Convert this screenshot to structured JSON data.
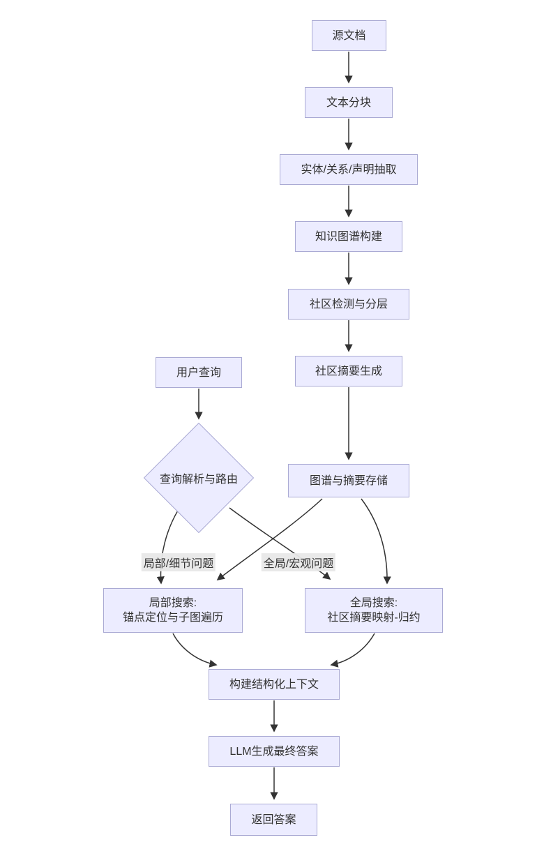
{
  "diagram": {
    "type": "flowchart",
    "direction": "top-down",
    "colors": {
      "node_fill": "#ECECFF",
      "node_border": "#AAAAD4",
      "edge_line": "#333333",
      "text": "#333333",
      "edge_label_bg": "#E8E8E8",
      "background": "#FFFFFF"
    }
  },
  "nodes": {
    "source_doc": {
      "label": "源文档"
    },
    "text_chunking": {
      "label": "文本分块"
    },
    "extraction": {
      "label": "实体/关系/声明抽取"
    },
    "kg_build": {
      "label": "知识图谱构建"
    },
    "community_detection": {
      "label": "社区检测与分层"
    },
    "community_summary": {
      "label": "社区摘要生成"
    },
    "user_query": {
      "label": "用户查询"
    },
    "query_routing": {
      "label": "查询解析与路由"
    },
    "storage": {
      "label": "图谱与摘要存储"
    },
    "local_search": {
      "title": "局部搜索:",
      "subtitle": "锚点定位与子图遍历"
    },
    "global_search": {
      "title": "全局搜索:",
      "subtitle": "社区摘要映射-归约"
    },
    "build_context": {
      "label": "构建结构化上下文"
    },
    "llm_answer": {
      "label": "LLM生成最终答案"
    },
    "return_answer": {
      "label": "返回答案"
    }
  },
  "edge_labels": {
    "local_questions": "局部/细节问题",
    "global_questions": "全局/宏观问题"
  },
  "edges": [
    {
      "from": "源文档",
      "to": "文本分块"
    },
    {
      "from": "文本分块",
      "to": "实体/关系/声明抽取"
    },
    {
      "from": "实体/关系/声明抽取",
      "to": "知识图谱构建"
    },
    {
      "from": "知识图谱构建",
      "to": "社区检测与分层"
    },
    {
      "from": "社区检测与分层",
      "to": "社区摘要生成"
    },
    {
      "from": "社区摘要生成",
      "to": "图谱与摘要存储"
    },
    {
      "from": "用户查询",
      "to": "查询解析与路由"
    },
    {
      "from": "查询解析与路由",
      "to": "局部搜索: 锚点定位与子图遍历",
      "label": "局部/细节问题"
    },
    {
      "from": "查询解析与路由",
      "to": "全局搜索: 社区摘要映射-归约",
      "label": "全局/宏观问题"
    },
    {
      "from": "图谱与摘要存储",
      "to": "局部搜索: 锚点定位与子图遍历"
    },
    {
      "from": "图谱与摘要存储",
      "to": "全局搜索: 社区摘要映射-归约"
    },
    {
      "from": "局部搜索: 锚点定位与子图遍历",
      "to": "构建结构化上下文"
    },
    {
      "from": "全局搜索: 社区摘要映射-归约",
      "to": "构建结构化上下文"
    },
    {
      "from": "构建结构化上下文",
      "to": "LLM生成最终答案"
    },
    {
      "from": "LLM生成最终答案",
      "to": "返回答案"
    }
  ]
}
